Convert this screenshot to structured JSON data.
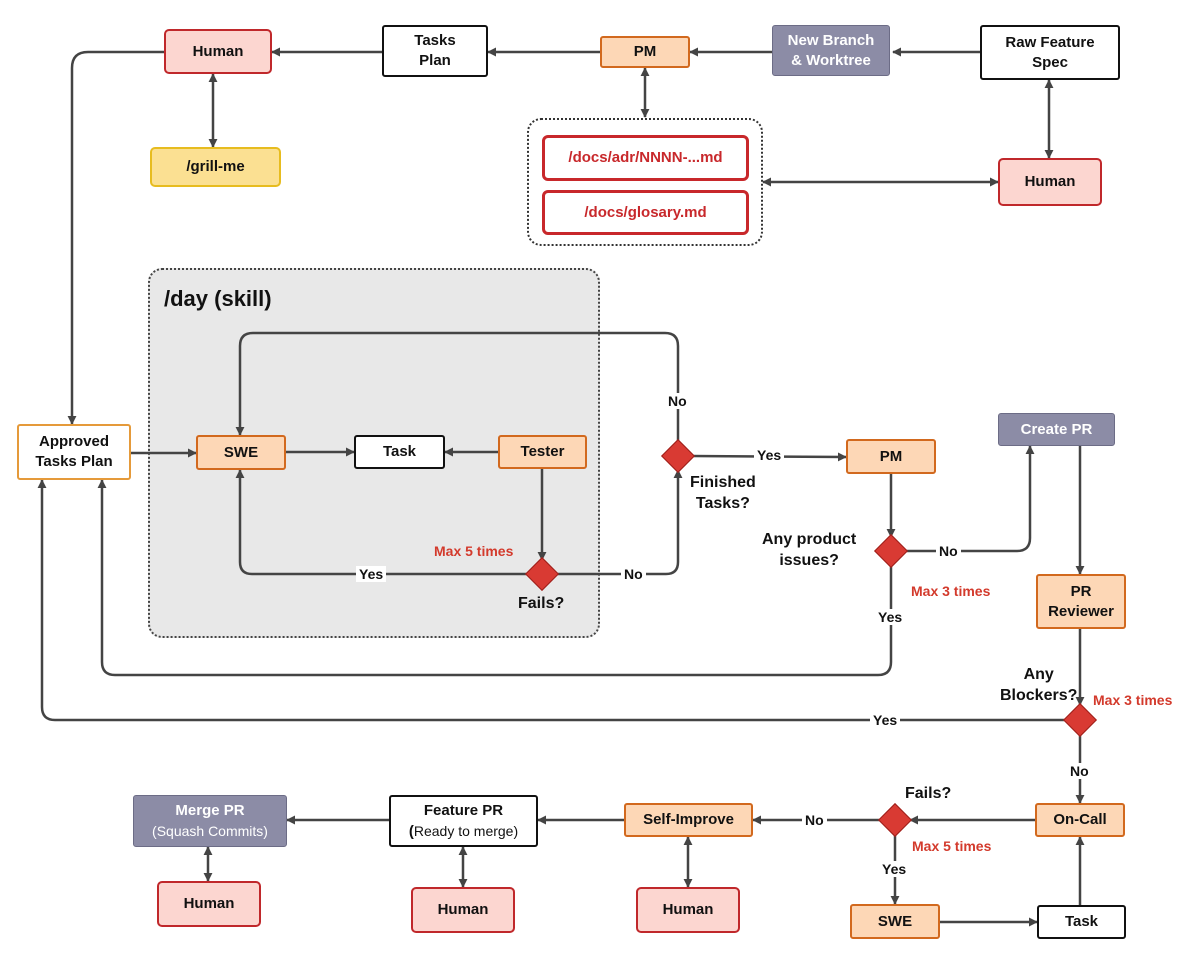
{
  "nodes": {
    "human_top": "Human",
    "tasks_plan": [
      "Tasks",
      "Plan"
    ],
    "pm_top": "PM",
    "new_branch": [
      "New Branch",
      "& Worktree"
    ],
    "raw_spec": [
      "Raw Feature",
      "Spec"
    ],
    "grill_me": "/grill-me",
    "adr_doc": "/docs/adr/NNNN-...md",
    "glossary_doc": "/docs/glosary.md",
    "human_right": "Human",
    "day_group_title": "/day (skill)",
    "approved_plan": [
      "Approved",
      "Tasks Plan"
    ],
    "swe_day": "SWE",
    "task_day": "Task",
    "tester": "Tester",
    "pm_mid": "PM",
    "create_pr": "Create PR",
    "pr_reviewer": [
      "PR",
      "Reviewer"
    ],
    "merge_pr": "Merge PR",
    "merge_pr_sub": "(Squash Commits)",
    "feature_pr": "Feature PR",
    "feature_pr_sub_bold": "(",
    "feature_pr_sub": "Ready to merge)",
    "self_improve": "Self-Improve",
    "on_call": "On-Call",
    "human_merge": "Human",
    "human_feature": "Human",
    "human_improve": "Human",
    "swe_bottom": "SWE",
    "task_bottom": "Task"
  },
  "questions": {
    "fails_day": "Fails?",
    "finished_tasks": [
      "Finished",
      "Tasks?"
    ],
    "product_issues": [
      "Any product",
      "issues?"
    ],
    "any_blockers": [
      "Any",
      "Blockers?"
    ],
    "fails_bottom": "Fails?"
  },
  "edge_labels": {
    "no_finished": "No",
    "yes_finished": "Yes",
    "yes_fails_day": "Yes",
    "no_fails_day": "No",
    "no_product": "No",
    "yes_product": "Yes",
    "yes_blockers": "Yes",
    "no_blockers": "No",
    "no_fails_bottom": "No",
    "yes_fails_bottom": "Yes"
  },
  "limits": {
    "max_day": "Max 5 times",
    "max_product": "Max 3 times",
    "max_blockers": "Max 3 times",
    "max_bottom": "Max 5 times"
  },
  "colors": {
    "human_fill": "#fcd6d0",
    "human_border": "#c0282b",
    "agent_fill": "#fdd7b6",
    "agent_border": "#d2691e",
    "git_fill": "#8c8ca6",
    "skill_fill": "#fbe092",
    "doc_border": "#c8282b",
    "diamond": "#d93a33",
    "limit_text": "#d33a2c",
    "line": "#444444"
  }
}
